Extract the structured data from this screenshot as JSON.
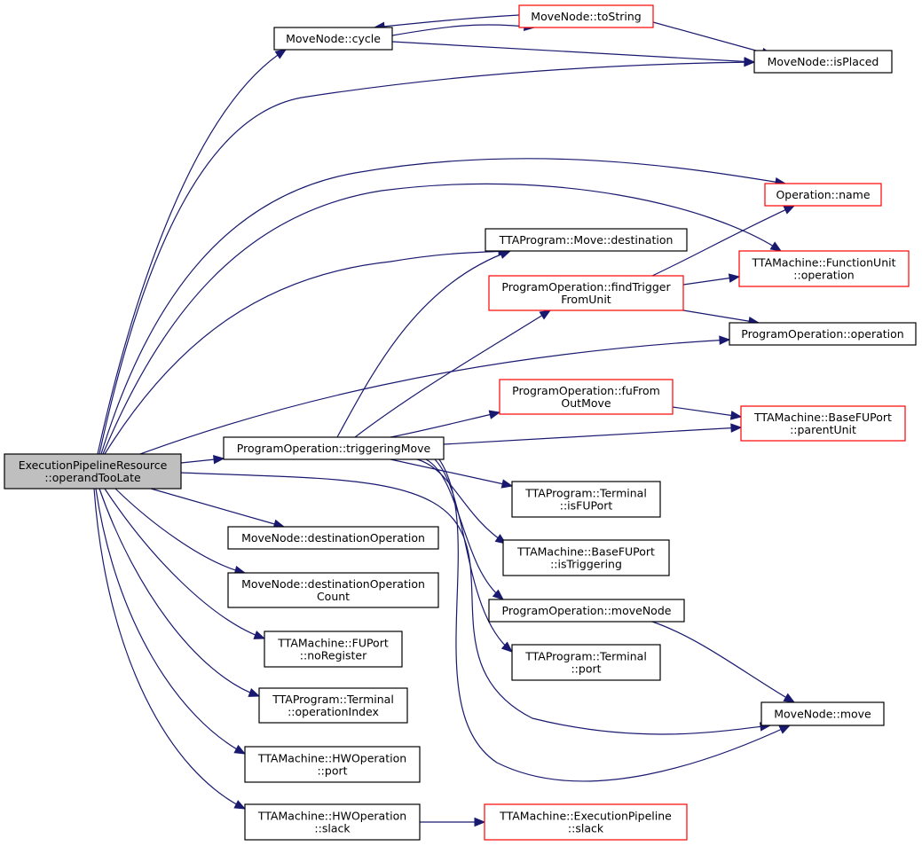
{
  "graph": {
    "root_id": "n0",
    "colors": {
      "edge": "#191970",
      "link_border": "#ff0000",
      "root_fill": "#bfbfbf",
      "node_border": "#000000"
    },
    "nodes": [
      {
        "id": "n0",
        "lines": [
          "ExecutionPipelineResource",
          "::operandTooLate"
        ],
        "kind": "root"
      },
      {
        "id": "n1",
        "lines": [
          "MoveNode::cycle"
        ],
        "kind": "black"
      },
      {
        "id": "n2",
        "lines": [
          "MoveNode::toString"
        ],
        "kind": "red"
      },
      {
        "id": "n3",
        "lines": [
          "MoveNode::isPlaced"
        ],
        "kind": "black"
      },
      {
        "id": "n4",
        "lines": [
          "Operation::name"
        ],
        "kind": "red"
      },
      {
        "id": "n5",
        "lines": [
          "TTAProgram::Move::destination"
        ],
        "kind": "black"
      },
      {
        "id": "n6",
        "lines": [
          "TTAMachine::FunctionUnit",
          "::operation"
        ],
        "kind": "red"
      },
      {
        "id": "n7",
        "lines": [
          "ProgramOperation::findTrigger",
          "FromUnit"
        ],
        "kind": "red"
      },
      {
        "id": "n8",
        "lines": [
          "ProgramOperation::operation"
        ],
        "kind": "black"
      },
      {
        "id": "n9",
        "lines": [
          "ProgramOperation::fuFrom",
          "OutMove"
        ],
        "kind": "red"
      },
      {
        "id": "n10",
        "lines": [
          "TTAMachine::BaseFUPort",
          "::parentUnit"
        ],
        "kind": "red"
      },
      {
        "id": "n11",
        "lines": [
          "ProgramOperation::triggeringMove"
        ],
        "kind": "black"
      },
      {
        "id": "n12",
        "lines": [
          "TTAProgram::Terminal",
          "::isFUPort"
        ],
        "kind": "black"
      },
      {
        "id": "n13",
        "lines": [
          "TTAMachine::BaseFUPort",
          "::isTriggering"
        ],
        "kind": "black"
      },
      {
        "id": "n14",
        "lines": [
          "MoveNode::destinationOperation"
        ],
        "kind": "black"
      },
      {
        "id": "n15",
        "lines": [
          "MoveNode::destinationOperation",
          "Count"
        ],
        "kind": "black"
      },
      {
        "id": "n16",
        "lines": [
          "ProgramOperation::moveNode"
        ],
        "kind": "black"
      },
      {
        "id": "n17",
        "lines": [
          "TTAMachine::FUPort",
          "::noRegister"
        ],
        "kind": "black"
      },
      {
        "id": "n18",
        "lines": [
          "TTAProgram::Terminal",
          "::port"
        ],
        "kind": "black"
      },
      {
        "id": "n19",
        "lines": [
          "TTAProgram::Terminal",
          "::operationIndex"
        ],
        "kind": "black"
      },
      {
        "id": "n20",
        "lines": [
          "MoveNode::move"
        ],
        "kind": "black"
      },
      {
        "id": "n21",
        "lines": [
          "TTAMachine::HWOperation",
          "::port"
        ],
        "kind": "black"
      },
      {
        "id": "n22",
        "lines": [
          "TTAMachine::HWOperation",
          "::slack"
        ],
        "kind": "black"
      },
      {
        "id": "n23",
        "lines": [
          "TTAMachine::ExecutionPipeline",
          "::slack"
        ],
        "kind": "red"
      }
    ],
    "edges": [
      {
        "from": "n0",
        "to": "n1"
      },
      {
        "from": "n0",
        "to": "n3"
      },
      {
        "from": "n0",
        "to": "n4"
      },
      {
        "from": "n0",
        "to": "n6"
      },
      {
        "from": "n0",
        "to": "n5"
      },
      {
        "from": "n0",
        "to": "n8"
      },
      {
        "from": "n0",
        "to": "n11"
      },
      {
        "from": "n0",
        "to": "n14"
      },
      {
        "from": "n0",
        "to": "n15"
      },
      {
        "from": "n0",
        "to": "n17"
      },
      {
        "from": "n0",
        "to": "n19"
      },
      {
        "from": "n0",
        "to": "n21"
      },
      {
        "from": "n0",
        "to": "n22"
      },
      {
        "from": "n0",
        "to": "n20"
      },
      {
        "from": "n1",
        "to": "n2"
      },
      {
        "from": "n1",
        "to": "n3"
      },
      {
        "from": "n2",
        "to": "n1"
      },
      {
        "from": "n2",
        "to": "n3"
      },
      {
        "from": "n7",
        "to": "n4"
      },
      {
        "from": "n7",
        "to": "n6"
      },
      {
        "from": "n7",
        "to": "n8"
      },
      {
        "from": "n9",
        "to": "n10"
      },
      {
        "from": "n11",
        "to": "n5"
      },
      {
        "from": "n11",
        "to": "n7"
      },
      {
        "from": "n11",
        "to": "n9"
      },
      {
        "from": "n11",
        "to": "n10"
      },
      {
        "from": "n11",
        "to": "n12"
      },
      {
        "from": "n11",
        "to": "n13"
      },
      {
        "from": "n11",
        "to": "n16"
      },
      {
        "from": "n11",
        "to": "n18"
      },
      {
        "from": "n11",
        "to": "n20"
      },
      {
        "from": "n16",
        "to": "n20"
      },
      {
        "from": "n22",
        "to": "n23"
      }
    ]
  }
}
